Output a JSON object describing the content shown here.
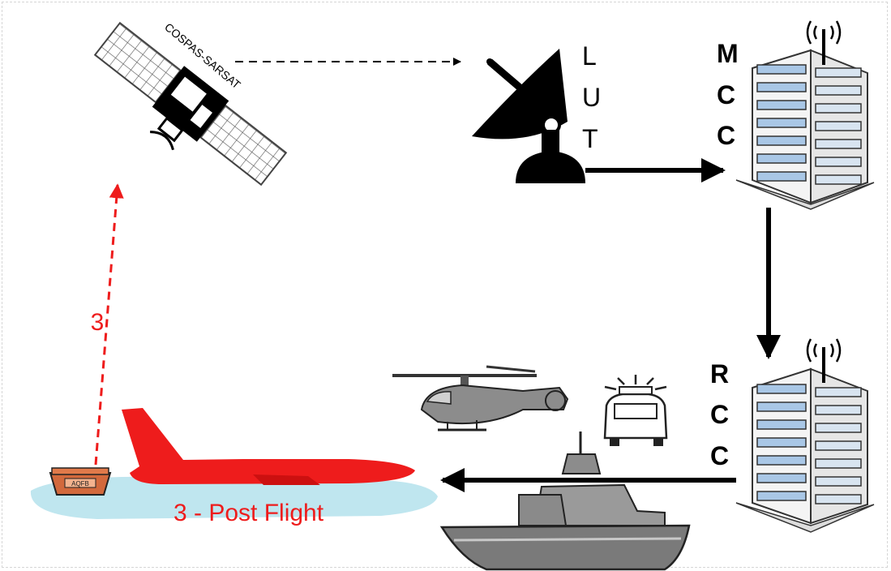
{
  "satellite": {
    "label": "COSPAS-SARSAT",
    "icon": "satellite-icon"
  },
  "lut": {
    "letters": [
      "L",
      "U",
      "T"
    ],
    "icon": "dish-antenna-icon"
  },
  "mcc": {
    "letters": [
      "M",
      "C",
      "C"
    ],
    "icon": "building-icon"
  },
  "rcc": {
    "letters": [
      "R",
      "C",
      "C"
    ],
    "icon": "building-icon"
  },
  "beacon": {
    "label": "AQFB",
    "icon": "beacon-box-icon"
  },
  "uplink_number": "3",
  "phase_caption": "3 - Post Flight",
  "assets": [
    "helicopter-icon",
    "ambulance-icon",
    "ship-icon",
    "aircraft-icon"
  ],
  "colors": {
    "alert_red": "#ee1c1c",
    "water": "#bfe6ef",
    "beacon_box": "#d2693c",
    "building_window": "#a9c7e6"
  }
}
